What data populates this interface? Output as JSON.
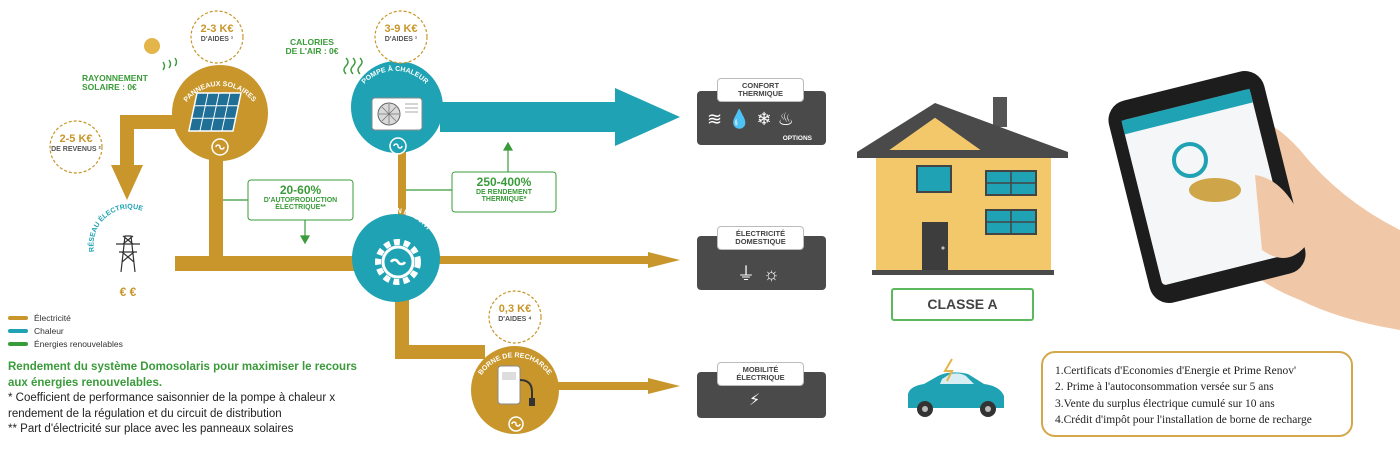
{
  "nodes": {
    "solar": {
      "label": "PANNEAUX SOLAIRES"
    },
    "heat_pump": {
      "label": "POMPE À CHALEUR"
    },
    "optimisation": {
      "label": "OPTIMISATION ET SUIVI"
    },
    "grid": {
      "label": "RÉSEAU ÉLECTRIQUE",
      "price": "€ €"
    },
    "charger": {
      "label": "BORNE DE RECHARGE"
    }
  },
  "sources": {
    "solar_radiation": {
      "line1": "RAYONNEMENT",
      "line2": "SOLAIRE : 0€"
    },
    "air_calories": {
      "line1": "CALORIES",
      "line2": "DE L'AIR : 0€"
    }
  },
  "badges": {
    "solar_aid": {
      "value": "2-3 K€",
      "sub": "D'AIDES ¹"
    },
    "revenue": {
      "value": "2-5 K€",
      "sub": "DE REVENUS ²"
    },
    "heat_pump_aid": {
      "value": "3-9 K€",
      "sub": "D'AIDES ¹"
    },
    "charger_aid": {
      "value": "0,3 K€",
      "sub": "D'AIDES ⁴"
    }
  },
  "stats": {
    "autoproduction": {
      "value": "20-60%",
      "line1": "D'AUTOPRODUCTION",
      "line2": "ÉLECTRIQUE**"
    },
    "thermal": {
      "value": "250-400%",
      "line1": "DE RENDEMENT",
      "line2": "THERMIQUE*"
    }
  },
  "outputs": {
    "comfort": {
      "line1": "CONFORT",
      "line2": "THERMIQUE",
      "options": "OPTIONS"
    },
    "electricity": {
      "line1": "ÉLECTRICITÉ",
      "line2": "DOMESTIQUE"
    },
    "mobility": {
      "line1": "MOBILITÉ",
      "line2": "ÉLECTRIQUE"
    }
  },
  "house": {
    "class_label": "CLASSE A"
  },
  "legend": [
    {
      "label": "Électricité",
      "color": "#c8962b"
    },
    {
      "label": "Chaleur",
      "color": "#1ea2b4"
    },
    {
      "label": "Énergies renouvelables",
      "color": "#3a9b3a"
    }
  ],
  "caption": {
    "title": "Rendement du système Domosolaris pour maximiser le recours aux énergies renouvelables.",
    "note1": "* Coefficient de performance saisonnier de la pompe à chaleur x rendement de la régulation et du circuit de distribution",
    "note2": "** Part d'électricité sur place avec les panneaux solaires"
  },
  "aids_list": [
    "1.Certificats d'Economies d'Energie et Prime Renov'",
    "2.  Prime à l'autoconsommation versée sur 5 ans",
    "3.Vente du surplus électrique cumulé sur 10 ans",
    "4.Crédit d'impôt pour l'installation de borne de recharge"
  ],
  "colors": {
    "electricity": "#c8962b",
    "heat": "#1ea2b4",
    "renewable": "#3a9b3a",
    "panel": "#4a4a4a"
  }
}
